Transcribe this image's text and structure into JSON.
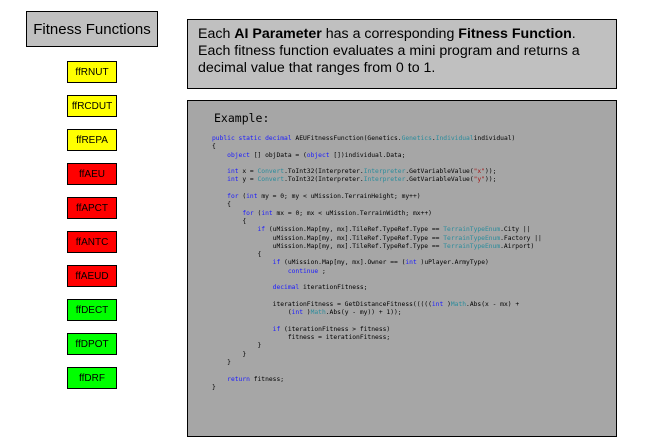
{
  "title": "Fitness Functions",
  "functions": [
    {
      "label": "ffRNUT",
      "color": "#ffff00"
    },
    {
      "label": "ffRCDUT",
      "color": "#ffff00"
    },
    {
      "label": "ffREPA",
      "color": "#ffff00"
    },
    {
      "label": "ffAEU",
      "color": "#ff0000"
    },
    {
      "label": "ffAPCT",
      "color": "#ff0000"
    },
    {
      "label": "ffANTC",
      "color": "#ff0000"
    },
    {
      "label": "ffAEUD",
      "color": "#ff0000"
    },
    {
      "label": "ffDECT",
      "color": "#00ff00"
    },
    {
      "label": "ffDPOT",
      "color": "#00ff00"
    },
    {
      "label": "ffDRF",
      "color": "#00ff00"
    }
  ],
  "description": {
    "t1": "Each ",
    "b1": "AI Parameter",
    "t2": " has a corresponding ",
    "b2": "Fitness Function",
    "t3": ". Each fitness function evaluates a mini program and returns a decimal value that ranges from 0 to 1."
  },
  "example": {
    "label": "Example:",
    "code": [
      [
        [
          "kw",
          "public static decimal"
        ],
        [
          "",
          "AEUFitnessFunction(Genetics."
        ],
        [
          "ty",
          "Genetics"
        ],
        [
          "",
          "."
        ],
        [
          "ty",
          "Individual"
        ],
        [
          "",
          "individual)"
        ]
      ],
      [
        [
          "",
          "{"
        ]
      ],
      [
        [
          "",
          "    "
        ],
        [
          "kw",
          "object"
        ],
        [
          "",
          "[] objData = ("
        ],
        [
          "kw",
          "object"
        ],
        [
          "",
          "[])individual.Data;"
        ]
      ],
      [
        [
          "",
          ""
        ]
      ],
      [
        [
          "",
          "    "
        ],
        [
          "kw",
          "int"
        ],
        [
          "",
          "x = "
        ],
        [
          "ty",
          "Convert"
        ],
        [
          "",
          ".ToInt32(Interpreter."
        ],
        [
          "ty",
          "Interpreter"
        ],
        [
          "",
          ".GetVariableValue("
        ],
        [
          "st",
          "\"x\""
        ],
        [
          "",
          "));"
        ]
      ],
      [
        [
          "",
          "    "
        ],
        [
          "kw",
          "int"
        ],
        [
          "",
          "y = "
        ],
        [
          "ty",
          "Convert"
        ],
        [
          "",
          ".ToInt32(Interpreter."
        ],
        [
          "ty",
          "Interpreter"
        ],
        [
          "",
          ".GetVariableValue("
        ],
        [
          "st",
          "\"y\""
        ],
        [
          "",
          "));"
        ]
      ],
      [
        [
          "",
          ""
        ]
      ],
      [
        [
          "",
          "    "
        ],
        [
          "kw",
          "for"
        ],
        [
          "",
          "("
        ],
        [
          "kw",
          "int"
        ],
        [
          "",
          "my = 0; my < uMission.TerrainHeight; my++)"
        ]
      ],
      [
        [
          "",
          "    {"
        ]
      ],
      [
        [
          "",
          "        "
        ],
        [
          "kw",
          "for"
        ],
        [
          "",
          "("
        ],
        [
          "kw",
          "int"
        ],
        [
          "",
          "mx = 0; mx < uMission.TerrainWidth; mx++)"
        ]
      ],
      [
        [
          "",
          "        {"
        ]
      ],
      [
        [
          "",
          "            "
        ],
        [
          "kw",
          "if"
        ],
        [
          "",
          "(uMission.Map[my, mx].TileRef.TypeRef.Type == "
        ],
        [
          "ty",
          "TerrainTypeEnum"
        ],
        [
          "",
          ".City ||"
        ]
      ],
      [
        [
          "",
          "                uMission.Map[my, mx].TileRef.TypeRef.Type == "
        ],
        [
          "ty",
          "TerrainTypeEnum"
        ],
        [
          "",
          ".Factory ||"
        ]
      ],
      [
        [
          "",
          "                uMission.Map[my, mx].TileRef.TypeRef.Type == "
        ],
        [
          "ty",
          "TerrainTypeEnum"
        ],
        [
          "",
          ".Airport)"
        ]
      ],
      [
        [
          "",
          "            {"
        ]
      ],
      [
        [
          "",
          "                "
        ],
        [
          "kw",
          "if"
        ],
        [
          "",
          "(uMission.Map[my, mx].Owner == ("
        ],
        [
          "kw",
          "int"
        ],
        [
          "",
          ")uPlayer.ArmyType)"
        ]
      ],
      [
        [
          "",
          "                    "
        ],
        [
          "kw",
          "continue"
        ],
        [
          "",
          ";"
        ]
      ],
      [
        [
          "",
          ""
        ]
      ],
      [
        [
          "",
          "                "
        ],
        [
          "kw",
          "decimal"
        ],
        [
          "",
          "iterationFitness;"
        ]
      ],
      [
        [
          "",
          ""
        ]
      ],
      [
        [
          "",
          "                iterationFitness = GetDistanceFitness((((("
        ],
        [
          "kw",
          "int"
        ],
        [
          "",
          ")"
        ],
        [
          "ty",
          "Math"
        ],
        [
          "",
          ".Abs(x - mx) +"
        ]
      ],
      [
        [
          "",
          "                    ("
        ],
        [
          "kw",
          "int"
        ],
        [
          "",
          ")"
        ],
        [
          "ty",
          "Math"
        ],
        [
          "",
          ".Abs(y - my)) + 1));"
        ]
      ],
      [
        [
          "",
          ""
        ]
      ],
      [
        [
          "",
          "                "
        ],
        [
          "kw",
          "if"
        ],
        [
          "",
          "(iterationFitness > fitness)"
        ]
      ],
      [
        [
          "",
          "                    fitness = iterationFitness;"
        ]
      ],
      [
        [
          "",
          "            }"
        ]
      ],
      [
        [
          "",
          "        }"
        ]
      ],
      [
        [
          "",
          "    }"
        ]
      ],
      [
        [
          "",
          ""
        ]
      ],
      [
        [
          "",
          "    "
        ],
        [
          "kw",
          "return"
        ],
        [
          "",
          "fitness;"
        ]
      ],
      [
        [
          "",
          "}"
        ]
      ]
    ]
  }
}
